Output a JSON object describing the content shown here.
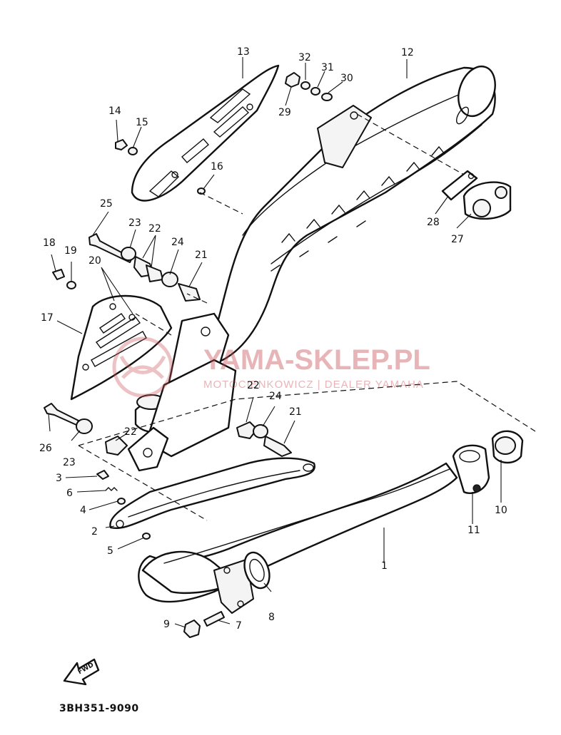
{
  "diagram": {
    "part_numbers": [
      "1",
      "2",
      "3",
      "4",
      "5",
      "6",
      "7",
      "8",
      "9",
      "10",
      "11",
      "12",
      "13",
      "14",
      "15",
      "16",
      "17",
      "18",
      "19",
      "20",
      "21",
      "22",
      "23",
      "24",
      "25",
      "26",
      "27",
      "28",
      "29",
      "30",
      "31",
      "32"
    ],
    "callouts": {
      "p1": "1",
      "p2": "2",
      "p3": "3",
      "p4": "4",
      "p5": "5",
      "p6": "6",
      "p7": "7",
      "p8": "8",
      "p9": "9",
      "p10": "10",
      "p11": "11",
      "p12": "12",
      "p13": "13",
      "p14": "14",
      "p15": "15",
      "p16": "16",
      "p17": "17",
      "p18": "18",
      "p19": "19",
      "p20": "20",
      "p21a": "21",
      "p21b": "21",
      "p22a": "22",
      "p22b": "22",
      "p22c": "22",
      "p23a": "23",
      "p23b": "23",
      "p24a": "24",
      "p24b": "24",
      "p25": "25",
      "p26": "26",
      "p27": "27",
      "p28": "28",
      "p29": "29",
      "p30": "30",
      "p31": "31",
      "p32": "32"
    },
    "diagram_code": "3BH351-9090",
    "fwd_label": "FWD"
  },
  "watermark": {
    "brand": "YAMA-SKLEP.PL",
    "tagline": "MOTOCIENKOWICZ | DEALER YAMAHA",
    "color": "#c84f55"
  }
}
